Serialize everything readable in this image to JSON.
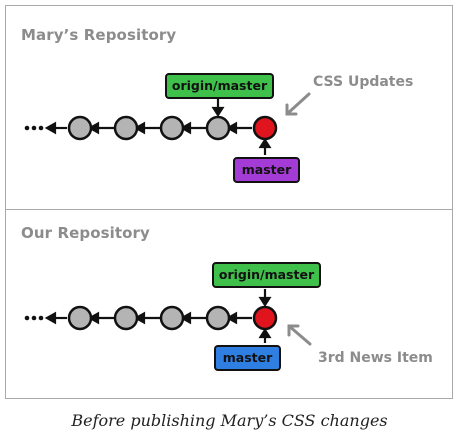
{
  "top_panel": {
    "title": "Mary’s Repository",
    "origin_label": "origin/master",
    "branch_label": "master",
    "annotation": "CSS Updates"
  },
  "bottom_panel": {
    "title": "Our Repository",
    "origin_label": "origin/master",
    "branch_label": "master",
    "annotation": "3rd News Item"
  },
  "colors": {
    "commit_fill": "#b4b4b4",
    "head_commit_fill": "#e0141c",
    "origin_tag": "#3fc04a",
    "mary_master_tag": "#a43bd6",
    "our_master_tag": "#2f7fe3",
    "annotation_text": "#8c8c8c"
  },
  "caption": "Before publishing Mary’s CSS changes"
}
